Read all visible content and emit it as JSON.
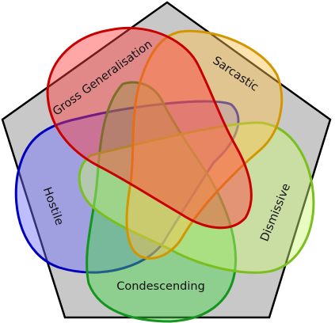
{
  "diagram": {
    "background_fill": "#c8c8c8",
    "background_stroke": "#000000",
    "sets": [
      {
        "id": "gross-generalisation",
        "label": "Gross Generalisation",
        "fill": "#ff3b3b",
        "stroke": "#c80000"
      },
      {
        "id": "sarcastic",
        "label": "Sarcastic",
        "fill": "#ffc04d",
        "stroke": "#d29600"
      },
      {
        "id": "dismissive",
        "label": "Dismissive",
        "fill": "#cdf774",
        "stroke": "#7abf1e"
      },
      {
        "id": "condescending",
        "label": "Condescending",
        "fill": "#46d446",
        "stroke": "#14961e"
      },
      {
        "id": "hostile",
        "label": "Hostile",
        "fill": "#6e6eff",
        "stroke": "#0000bc"
      }
    ]
  }
}
